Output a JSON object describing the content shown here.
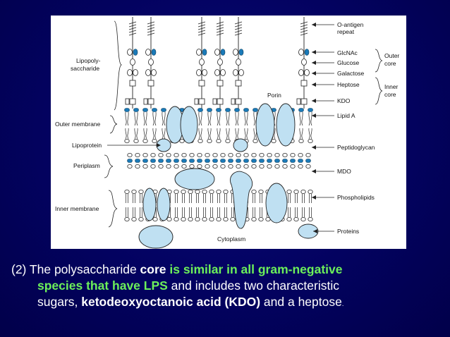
{
  "diagram": {
    "labels_left": {
      "lipopolysaccharide_1": "Lipopoly-",
      "lipopolysaccharide_2": "saccharide",
      "outer_membrane": "Outer membrane",
      "lipoprotein": "Lipoprotein",
      "periplasm": "Periplasm",
      "inner_membrane": "Inner membrane"
    },
    "labels_right": {
      "o_antigen_1": "O-antigen",
      "o_antigen_2": "repeat",
      "glcnac": "GlcNAc",
      "glucose": "Glucose",
      "galactose": "Galactose",
      "heptose": "Heptose",
      "kdo": "KDO",
      "lipid_a": "Lipid A",
      "peptidoglycan": "Peptidoglycan",
      "mdo": "MDO",
      "phospholipids": "Phospholipids",
      "proteins": "Proteins",
      "outer_core_1": "Outer",
      "outer_core_2": "core",
      "inner_core_1": "Inner",
      "inner_core_2": "core"
    },
    "labels_center": {
      "porin": "Porin",
      "cytoplasm": "Cytoplasm"
    },
    "colors": {
      "protein_fill": "#bfe0f2",
      "sugar_fill": "#1a7ab8",
      "line": "#222222"
    }
  },
  "caption": {
    "prefix": "(2) The polysaccharide ",
    "core": "core",
    "space1": " ",
    "green": "is similar in all gram-negative",
    "green2": "species that have LPS",
    "mid": " and includes two characteristic",
    "sugars": "sugars, ",
    "kdo_bold": "ketodeoxyoctanoic acid (KDO)",
    "tail": " and a heptose",
    "period": "."
  }
}
